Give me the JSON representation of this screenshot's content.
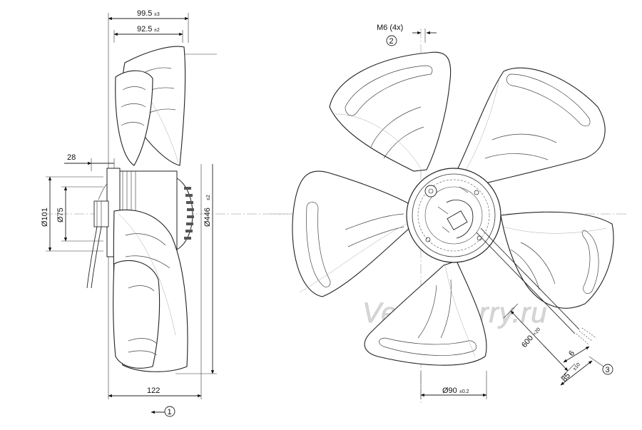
{
  "dimensions": {
    "side_width_outer": "99.5",
    "side_width_outer_tol": "±3",
    "side_width_inner": "92.5",
    "side_width_inner_tol": "±2",
    "hub_offset": "28",
    "dia_101": "Ø101",
    "dia_75": "Ø75",
    "dia_446": "Ø446",
    "dia_446_tol": "±2",
    "depth_122": "122",
    "screw_label": "M6 (4x)",
    "cable_length": "600",
    "cable_length_tol": "+20",
    "strip_6": "6",
    "strip_85": "85",
    "strip_85_tol": "±10",
    "dia_90": "Ø90",
    "dia_90_tol": "±0.2"
  },
  "callouts": {
    "c1": "1",
    "c2": "2",
    "c3": "3"
  },
  "watermark": "Ventilatorry.ru",
  "colors": {
    "line": "#222222",
    "watermark": "#d6d6d6"
  }
}
